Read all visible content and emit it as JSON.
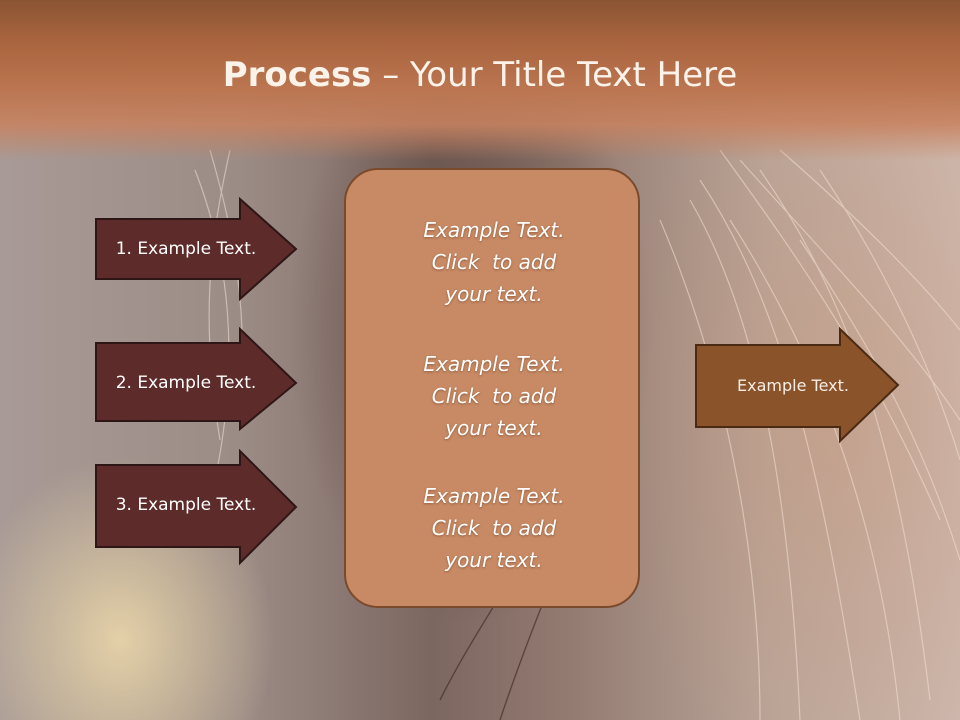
{
  "title": {
    "bold": "Process",
    "rest": " – Your Title Text Here"
  },
  "left_arrows": [
    {
      "label": "1. Example Text."
    },
    {
      "label": "2. Example Text."
    },
    {
      "label": "3. Example Text."
    }
  ],
  "center_box": {
    "paragraphs": [
      {
        "lines": [
          "Example Text.",
          "Click  to add",
          "your text."
        ]
      },
      {
        "lines": [
          "Example Text.",
          "Click  to add",
          "your text."
        ]
      },
      {
        "lines": [
          "Example Text.",
          "Click  to add",
          "your text."
        ]
      }
    ]
  },
  "right_arrow": {
    "label": "Example Text."
  },
  "colors": {
    "title_band": "#b06a44",
    "left_arrow_fill": "#5e2b2b",
    "left_arrow_stroke": "#2e1616",
    "center_box_fill": "#c88a64",
    "center_box_stroke": "#7a4a2c",
    "right_arrow_fill": "#8a532a",
    "right_arrow_stroke": "#4a2a12"
  }
}
